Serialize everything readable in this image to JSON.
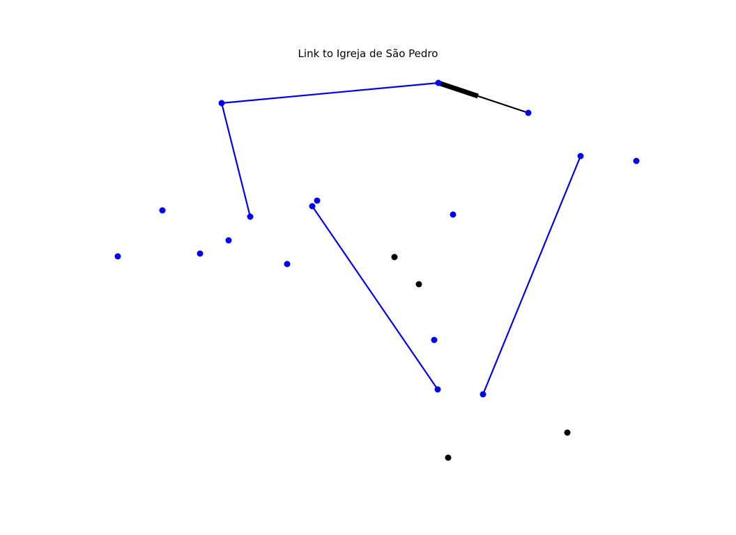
{
  "title": "Link to Igreja de São Pedro",
  "colors": {
    "blue": "#0000ee",
    "black": "#000000"
  },
  "nodes": [
    {
      "id": "n1",
      "color": "blue"
    },
    {
      "id": "n2",
      "color": "blue"
    },
    {
      "id": "n3",
      "color": "blue"
    },
    {
      "id": "n4",
      "color": "blue"
    },
    {
      "id": "n5",
      "color": "blue"
    },
    {
      "id": "n6",
      "color": "blue"
    },
    {
      "id": "n7",
      "color": "blue"
    },
    {
      "id": "n8",
      "color": "blue"
    },
    {
      "id": "n9",
      "color": "blue"
    },
    {
      "id": "n10",
      "color": "blue"
    },
    {
      "id": "n11",
      "color": "blue"
    },
    {
      "id": "n12",
      "color": "blue"
    },
    {
      "id": "n13",
      "color": "blue"
    },
    {
      "id": "n14",
      "color": "blue"
    },
    {
      "id": "n15",
      "color": "blue"
    },
    {
      "id": "n16",
      "color": "blue"
    },
    {
      "id": "n17",
      "color": "blue"
    },
    {
      "id": "n18",
      "color": "black"
    },
    {
      "id": "n19",
      "color": "black"
    },
    {
      "id": "n20",
      "color": "black"
    },
    {
      "id": "n21",
      "color": "black"
    }
  ],
  "edges": [
    {
      "from": "n1",
      "to": "n2",
      "color": "blue"
    },
    {
      "from": "n1",
      "to": "n4",
      "color": "blue"
    },
    {
      "from": "n2",
      "to": "n3",
      "color": "black",
      "arrow": true
    },
    {
      "from": "n6",
      "to": "n15",
      "color": "blue"
    },
    {
      "from": "n13",
      "to": "n16",
      "color": "blue"
    }
  ]
}
